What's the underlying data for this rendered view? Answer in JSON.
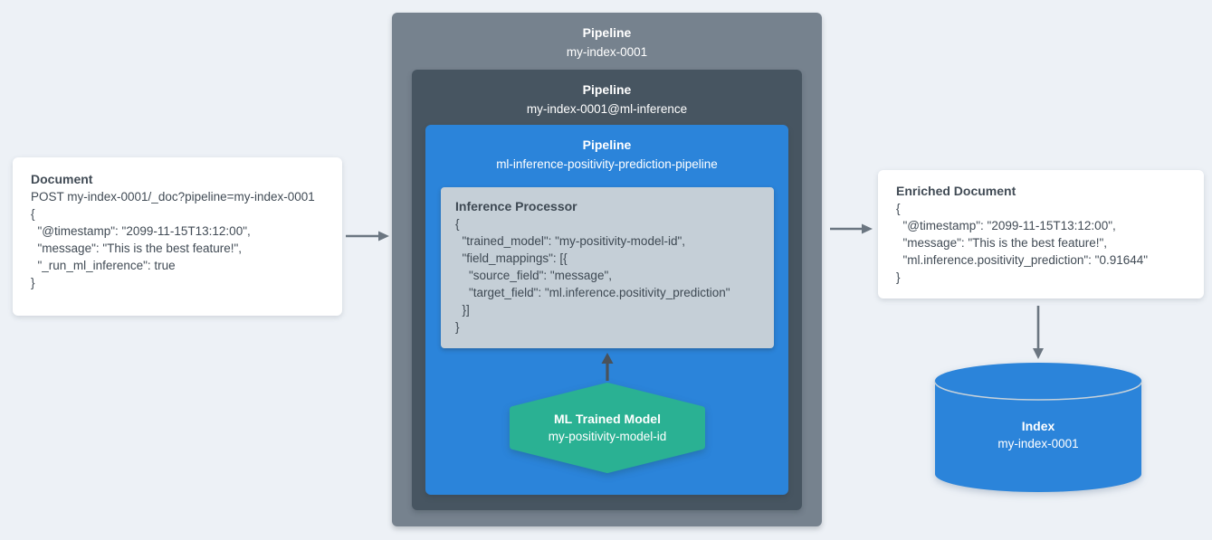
{
  "document_card": {
    "title": "Document",
    "lines": [
      "POST my-index-0001/_doc?pipeline=my-index-0001",
      "{",
      "  \"@timestamp\": \"2099-11-15T13:12:00\",",
      "  \"message\": \"This is the best feature!\",",
      "  \"_run_ml_inference\": true",
      "}"
    ]
  },
  "pipeline_outer": {
    "title": "Pipeline",
    "name": "my-index-0001"
  },
  "pipeline_middle": {
    "title": "Pipeline",
    "name": "my-index-0001@ml-inference"
  },
  "pipeline_inner": {
    "title": "Pipeline",
    "name": "ml-inference-positivity-prediction-pipeline"
  },
  "inference_processor": {
    "title": "Inference Processor",
    "lines": [
      "{",
      "  \"trained_model\": \"my-positivity-model-id\",",
      "  \"field_mappings\": [{",
      "    \"source_field\": \"message\",",
      "    \"target_field\": \"ml.inference.positivity_prediction\"",
      "  }]",
      "}"
    ]
  },
  "ml_trained_model": {
    "title": "ML Trained Model",
    "name": "my-positivity-model-id"
  },
  "enriched_document_card": {
    "title": "Enriched Document",
    "lines": [
      "{",
      "  \"@timestamp\": \"2099-11-15T13:12:00\",",
      "  \"message\": \"This is the best feature!\",",
      "  \"ml.inference.positivity_prediction\": \"0.91644\"",
      "}"
    ]
  },
  "index_cylinder": {
    "title": "Index",
    "name": "my-index-0001"
  },
  "colors": {
    "background": "#edf1f6",
    "pipeline_outer": "#76828e",
    "pipeline_middle": "#475561",
    "pipeline_inner_blue": "#2b84da",
    "processor_panel": "#c5cfd7",
    "model_teal": "#2ab193",
    "index_blue": "#2b84da",
    "card_white": "#ffffff",
    "text_dark": "#414b55",
    "arrow_gray": "#6b7681",
    "arrow_dark": "#4a525a"
  }
}
